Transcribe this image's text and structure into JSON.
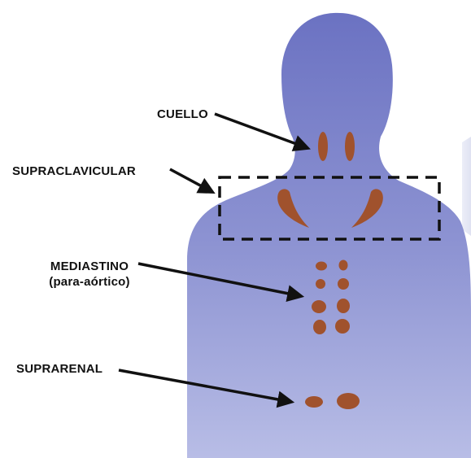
{
  "labels": {
    "cuello": "CUELLO",
    "supraclavicular": "SUPRACLAVICULAR",
    "mediastino_line1": "MEDIASTINO",
    "mediastino_line2": "(para-aórtico)",
    "suprarenal": "SUPRARENAL"
  },
  "colors": {
    "silhouette_top": "#6b72c2",
    "silhouette_bottom": "#b3b8e3",
    "lymph_node": "#a0522d",
    "arrow": "#111111",
    "dashed_box": "#111111",
    "text": "#111111"
  }
}
